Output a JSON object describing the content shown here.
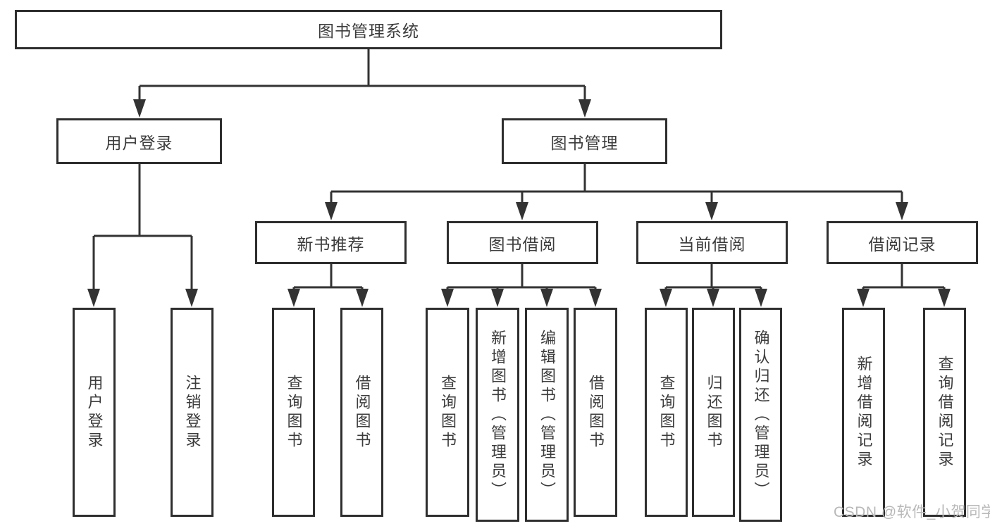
{
  "diagram": {
    "root": {
      "label": "图书管理系统"
    },
    "level2": [
      {
        "label": "用户登录",
        "parent": "图书管理系统"
      },
      {
        "label": "图书管理",
        "parent": "图书管理系统"
      }
    ],
    "level3": [
      {
        "label": "新书推荐",
        "parent": "图书管理"
      },
      {
        "label": "图书借阅",
        "parent": "图书管理"
      },
      {
        "label": "当前借阅",
        "parent": "图书管理"
      },
      {
        "label": "借阅记录",
        "parent": "图书管理"
      }
    ],
    "leaves": [
      {
        "label": "用户登录",
        "parent": "用户登录"
      },
      {
        "label": "注销登录",
        "parent": "用户登录"
      },
      {
        "label": "查询图书",
        "parent": "新书推荐"
      },
      {
        "label": "借阅图书",
        "parent": "新书推荐"
      },
      {
        "label": "查询图书",
        "parent": "图书借阅"
      },
      {
        "label": "新增图书（管理员）",
        "parent": "图书借阅"
      },
      {
        "label": "编辑图书（管理员）",
        "parent": "图书借阅"
      },
      {
        "label": "借阅图书",
        "parent": "图书借阅"
      },
      {
        "label": "查询图书",
        "parent": "当前借阅"
      },
      {
        "label": "归还图书",
        "parent": "当前借阅"
      },
      {
        "label": "确认归还（管理员）",
        "parent": "当前借阅"
      },
      {
        "label": "新增借阅记录",
        "parent": "借阅记录"
      },
      {
        "label": "查询借阅记录",
        "parent": "借阅记录"
      }
    ]
  },
  "watermark": "CSDN @软件_小贺同学",
  "colors": {
    "line": "#333333",
    "text": "#3c3c3c",
    "watermark": "#b8b8b8",
    "background": "#ffffff"
  }
}
